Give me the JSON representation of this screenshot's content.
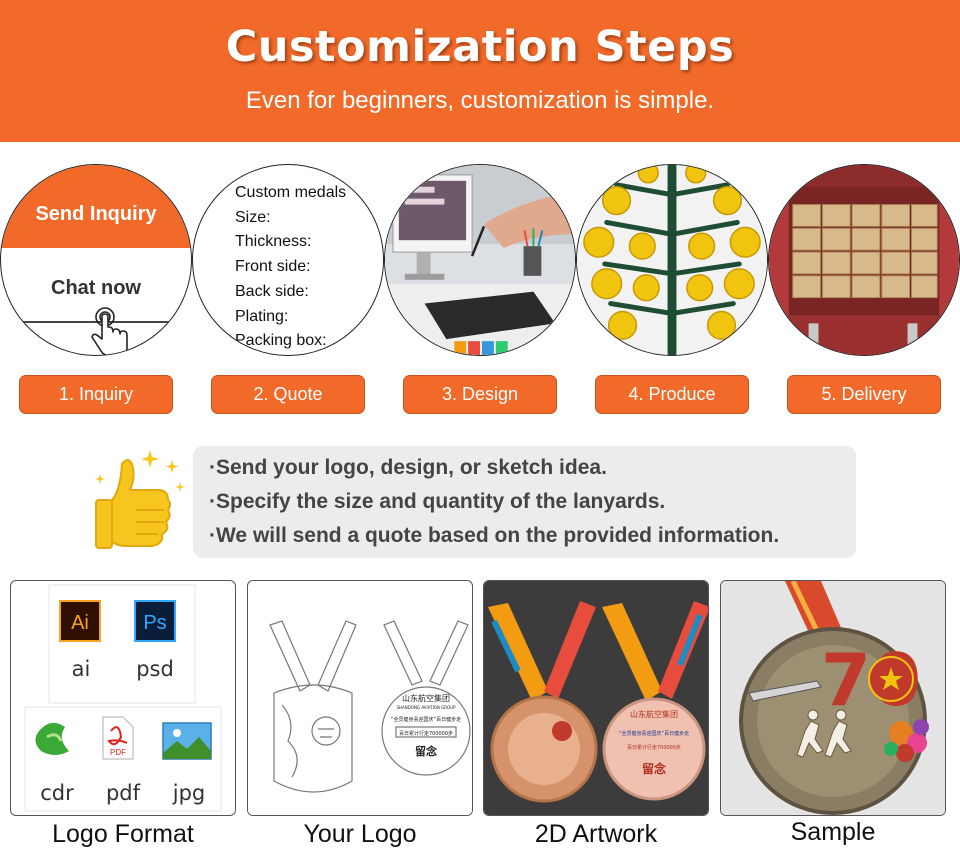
{
  "header": {
    "title": "Customization Steps",
    "subtitle": "Even for beginners, customization is simple."
  },
  "steps": [
    {
      "label": "1. Inquiry"
    },
    {
      "label": "2. Quote"
    },
    {
      "label": "3. Design"
    },
    {
      "label": "4. Produce"
    },
    {
      "label": "5. Delivery"
    }
  ],
  "inquiry_card": {
    "send_label": "Send Inquiry",
    "chat_label": "Chat now"
  },
  "quote_card": {
    "fields": [
      "Custom medals",
      "Size:",
      "Thickness:",
      "Front side:",
      "Back side:",
      "Plating:",
      "Packing box:"
    ]
  },
  "tips": [
    "·Send your logo, design, or sketch idea.",
    "·Specify the size and quantity of the lanyards.",
    "·We will send a quote based on the provided information."
  ],
  "formats": {
    "ai": {
      "badge": "Ai",
      "ext": "ai"
    },
    "psd": {
      "badge": "Ps",
      "ext": "psd"
    },
    "cdr": {
      "ext": "cdr"
    },
    "pdf": {
      "badge": "PDF",
      "ext": "pdf"
    },
    "jpg": {
      "ext": "jpg"
    }
  },
  "medal_text": {
    "brand": "山东航空集团",
    "brand_en": "SHANDONG AVIATION GROUP",
    "slogan": "“全员健身喜迎国庆”百日健步走",
    "goal": "百日累计行走700000步",
    "keepsake": "留念"
  },
  "panels": [
    {
      "label": "Logo Format"
    },
    {
      "label": "Your Logo"
    },
    {
      "label": "2D Artwork"
    },
    {
      "label": "Sample"
    }
  ],
  "colors": {
    "brand_orange": "#f26a2a",
    "tip_background": "#ececec",
    "thumb_yellow": "#f7c61e"
  }
}
